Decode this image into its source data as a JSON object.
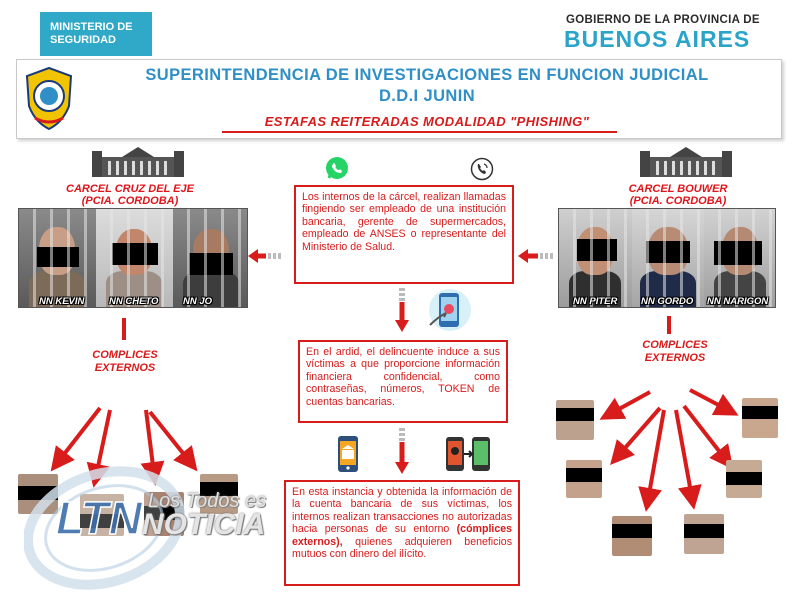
{
  "header": {
    "ministerio": "MINISTERIO DE\nSEGURIDAD",
    "gobierno_line1": "GOBIERNO DE LA PROVINCIA DE",
    "gobierno_line2": "BUENOS AIRES"
  },
  "banner": {
    "title_line1": "SUPERINTENDENCIA DE INVESTIGACIONES EN FUNCION JUDICIAL",
    "title_line2": "D.D.I JUNIN",
    "subtitle": "ESTAFAS REITERADAS MODALIDAD \"PHISHING\""
  },
  "prison_left": {
    "label_line1": "CARCEL CRUZ DEL EJE",
    "label_line2": "(PCIA. CORDOBA)",
    "inmates": [
      "NN KEVIN",
      "NN CHETO",
      "NN JO"
    ]
  },
  "prison_right": {
    "label_line1": "CARCEL BOUWER",
    "label_line2": "(PCIA. CORDOBA)",
    "inmates": [
      "NN PITER",
      "NN GORDO",
      "NN NARIGON"
    ]
  },
  "steps": {
    "step1": "Los internos de la cárcel, realizan llamadas fingiendo ser empleado de una institución bancaria, gerente de supermercados, empleado de ANSES o representante del Ministerio de Salud.",
    "step2": "En el ardid, el delincuente induce a sus víctimas a que proporcione información financiera confidencial, como contraseñas, números, TOKEN de cuentas bancarias.",
    "step3_part1": "En esta instancia y obtenida la información de la cuenta bancaria de sus víctimas, los internos realizan transacciones no autorizadas hacia personas de su entorno ",
    "step3_bold": "(cómplices externos),",
    "step3_part2": " quienes adquieren beneficios mutuos con dinero del ilícito."
  },
  "complices_left": {
    "line1": "COMPLICES",
    "line2": "EXTERNOS"
  },
  "complices_right": {
    "line1": "COMPLICES",
    "line2": "EXTERNOS"
  },
  "watermark": {
    "letters": "LTN",
    "line1": "Los Todos es",
    "line2": "NOTICIA"
  },
  "colors": {
    "accent_red": "#d81b1b",
    "title_blue": "#2f8fc6",
    "ministerio_bg": "#2fa9c7",
    "whatsapp_green": "#25d366"
  },
  "icons": [
    "police-badge-icon",
    "prison-icon",
    "whatsapp-icon",
    "phone-call-icon",
    "phishing-phone-icon",
    "bank-phone-icon",
    "hacker-transfer-icon"
  ]
}
